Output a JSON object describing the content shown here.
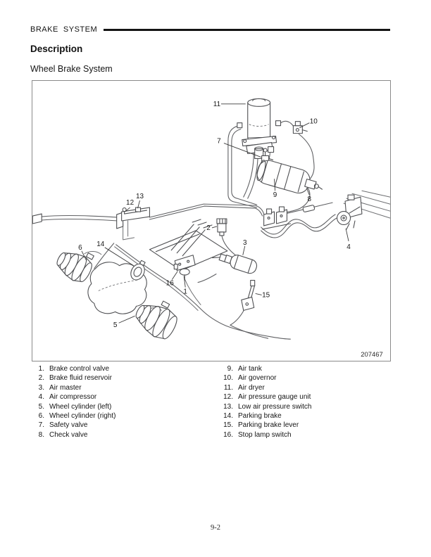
{
  "page": {
    "header_label": "BRAKE  SYSTEM",
    "section_title": "Description",
    "subsection_title": "Wheel Brake System",
    "page_number": "9-2"
  },
  "figure": {
    "number": "207467",
    "callouts": [
      "1",
      "2",
      "3",
      "4",
      "5",
      "6",
      "7",
      "8",
      "9",
      "10",
      "11",
      "12",
      "13",
      "14",
      "15",
      "16"
    ]
  },
  "legend": {
    "left": [
      {
        "num": "1.",
        "label": "Brake control valve"
      },
      {
        "num": "2.",
        "label": "Brake fluid reservoir"
      },
      {
        "num": "3.",
        "label": "Air master"
      },
      {
        "num": "4.",
        "label": "Air compressor"
      },
      {
        "num": "5.",
        "label": "Wheel cylinder (left)"
      },
      {
        "num": "6.",
        "label": "Wheel cylinder (right)"
      },
      {
        "num": "7.",
        "label": "Safety valve"
      },
      {
        "num": "8.",
        "label": "Check valve"
      }
    ],
    "right": [
      {
        "num": "9.",
        "label": "Air tank"
      },
      {
        "num": "10.",
        "label": "Air governor"
      },
      {
        "num": "11.",
        "label": "Air dryer"
      },
      {
        "num": "12.",
        "label": "Air pressure gauge unit"
      },
      {
        "num": "13.",
        "label": "Low air pressure switch"
      },
      {
        "num": "14.",
        "label": "Parking brake"
      },
      {
        "num": "15.",
        "label": "Parking brake lever"
      },
      {
        "num": "16.",
        "label": "Stop lamp switch"
      }
    ]
  },
  "colors": {
    "ink": "#1a1a1a",
    "header_rule": "#141414",
    "frame_border": "#8a8a8a",
    "drawing_line": "#5b5c5e"
  }
}
